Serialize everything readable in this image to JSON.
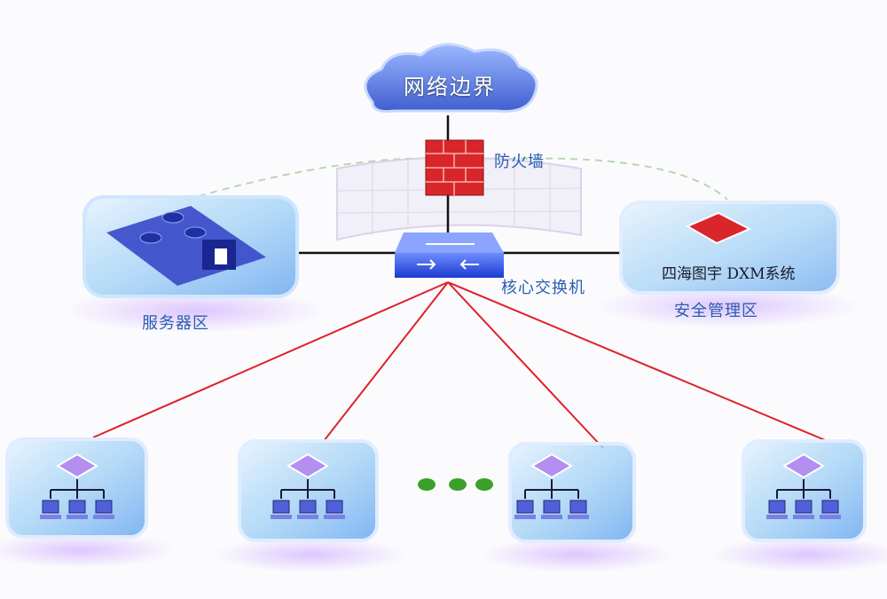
{
  "nodes": {
    "boundary": "网络边界",
    "firewall": "防火墙",
    "core_switch": "核心交换机",
    "server_zone": "服务器区",
    "security_zone": "安全管理区",
    "security_system": "四海图宇 DXM系统"
  },
  "access_zones_count": 4,
  "colors": {
    "trunk_line": "#111111",
    "access_line": "#e0202a",
    "label": "#2a5db0",
    "firewall": "#d8262a",
    "ellipsis_dots": "#3aa02a"
  }
}
